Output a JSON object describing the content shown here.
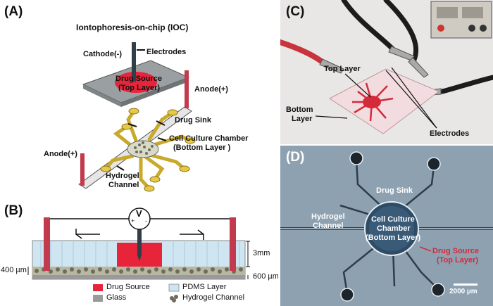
{
  "panel_a": {
    "label": "(A)",
    "title": "Iontophoresis-on-chip (IOC)",
    "cathode": "Cathode(-)",
    "electrodes": "Electrodes",
    "drug_source_1": "Drug Source",
    "drug_source_2": "(Top Layer)",
    "anode_right": "Anode(+)",
    "drug_sink": "Drug Sink",
    "chamber_1": "Cell Culture Chamber",
    "chamber_2": "(Bottom Layer )",
    "anode_left": "Anode(+)",
    "hydrogel_1": "Hydrogel",
    "hydrogel_2": "Channel"
  },
  "panel_b": {
    "label": "(B)",
    "volt": "V",
    "plus": "+",
    "minus": "-",
    "dim_3mm": "3mm",
    "dim_400": "400 µm",
    "dim_600": "600 µm",
    "legend": [
      {
        "name": "Drug Source",
        "color": "#e8243b"
      },
      {
        "name": "PDMS Layer",
        "color": "#cfe6f2"
      },
      {
        "name": "Glass",
        "color": "#9a9a9a"
      },
      {
        "name": "Hydrogel Channel",
        "color": "#6d6d5a"
      }
    ]
  },
  "panel_c": {
    "label": "(C)",
    "top_layer": "Top Layer",
    "bottom_1": "Bottom",
    "bottom_2": "Layer",
    "electrodes": "Electrodes"
  },
  "panel_d": {
    "label": "(D)",
    "drug_sink": "Drug Sink",
    "hydrogel_1": "Hydrogel",
    "hydrogel_2": "Channel",
    "chamber_1": "Cell Culture",
    "chamber_2": "Chamber",
    "chamber_3": "(Bottom Layer)",
    "source_1": "Drug Source",
    "source_2": "(Top Layer)",
    "scale": "2000 µm"
  }
}
